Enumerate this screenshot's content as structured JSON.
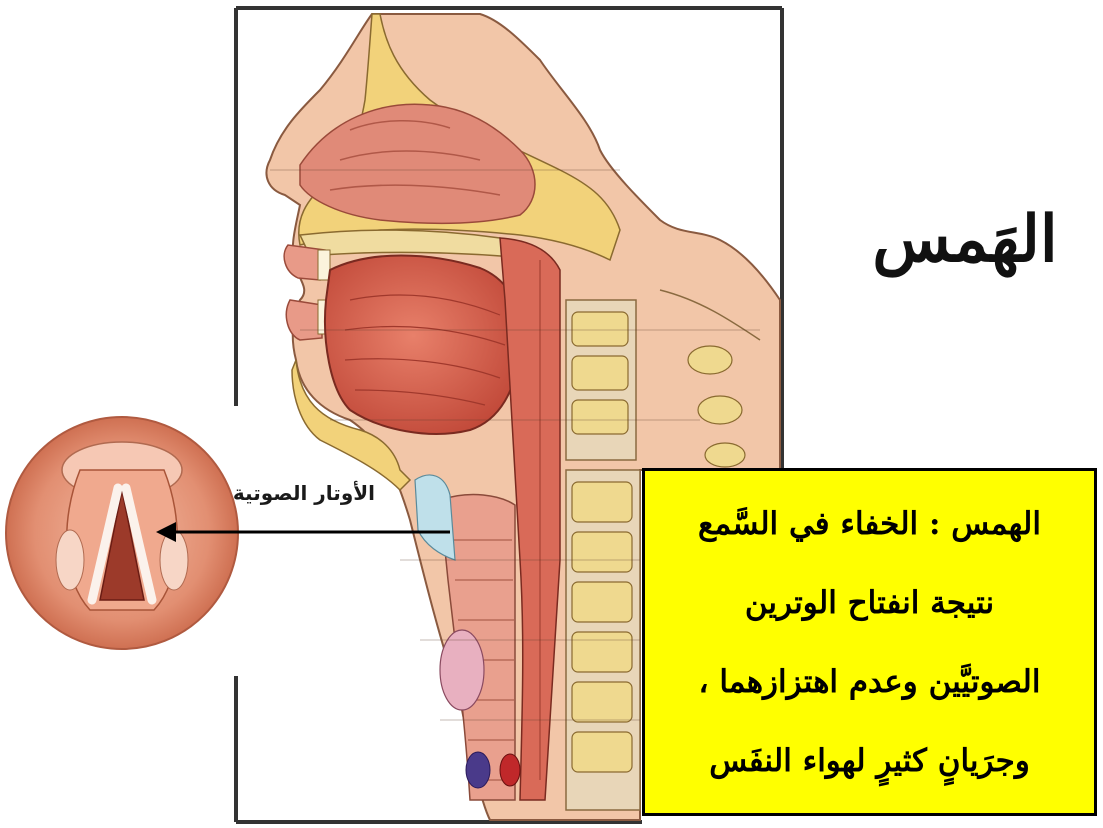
{
  "title": "الهَمس",
  "callout": {
    "label": "الأوتار الصوتية"
  },
  "definition": {
    "lines": [
      "الهمس : الخفاء في السَّمع",
      "نتيجة انفتاح الوترين",
      "الصوتيَّين وعدم اهتزازهما ،",
      "وجرَيانٍ كثيرٍ لهواء النفَس"
    ]
  },
  "colors": {
    "highlight": "#ffff00",
    "frame": "#333333",
    "tissue": "#e8a088",
    "bone": "#f2d27a"
  }
}
